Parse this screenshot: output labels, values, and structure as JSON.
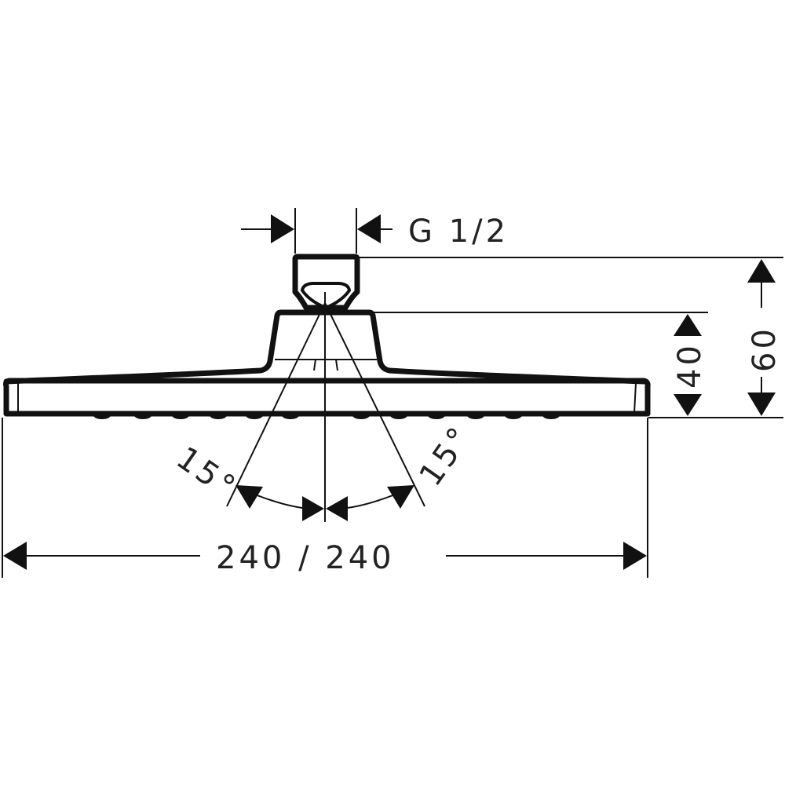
{
  "drawing": {
    "title": "Overhead shower dimension drawing",
    "units": "mm",
    "colors": {
      "line": "#111111",
      "text": "#222222",
      "background": "#ffffff"
    }
  },
  "dimensions": {
    "thread": {
      "label": "G 1/2"
    },
    "width": {
      "label": "240 / 240",
      "value_a": 240,
      "value_b": 240
    },
    "height_total": {
      "label": "60",
      "value": 60
    },
    "height_body": {
      "label": "40",
      "value": 40
    },
    "spray_angle_left": {
      "label": "15°",
      "value": 15
    },
    "spray_angle_right": {
      "label": "15°",
      "value": 15
    }
  }
}
